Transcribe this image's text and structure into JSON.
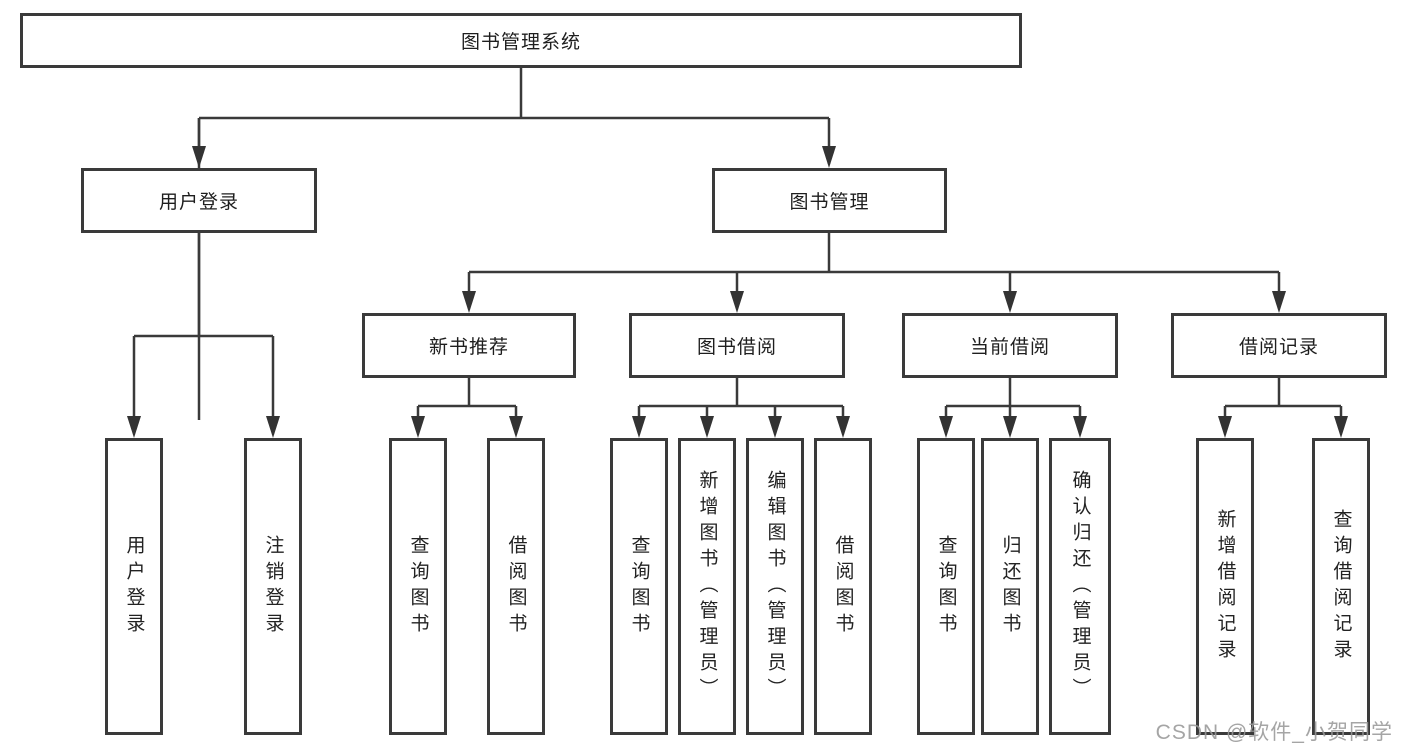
{
  "diagram": {
    "root_label": "图书管理系统",
    "user_login": {
      "label": "用户登录",
      "children": [
        {
          "label": "用户登录"
        },
        {
          "label": "注销登录"
        }
      ]
    },
    "book_management": {
      "label": "图书管理",
      "sections": [
        {
          "label": "新书推荐",
          "children": [
            {
              "label": "查询图书"
            },
            {
              "label": "借阅图书"
            }
          ]
        },
        {
          "label": "图书借阅",
          "children": [
            {
              "label": "查询图书"
            },
            {
              "label": "新增图书（管理员）"
            },
            {
              "label": "编辑图书（管理员）"
            },
            {
              "label": "借阅图书"
            }
          ]
        },
        {
          "label": "当前借阅",
          "children": [
            {
              "label": "查询图书"
            },
            {
              "label": "归还图书"
            },
            {
              "label": "确认归还（管理员）"
            }
          ]
        },
        {
          "label": "借阅记录",
          "children": [
            {
              "label": "新增借阅记录"
            },
            {
              "label": "查询借阅记录"
            }
          ]
        }
      ]
    }
  },
  "watermark": {
    "text": "CSDN @软件_小贺同学"
  },
  "colors": {
    "line": "#3a3a3a",
    "text": "#1e1e1e",
    "watermark": "#989898",
    "background": "#ffffff"
  }
}
